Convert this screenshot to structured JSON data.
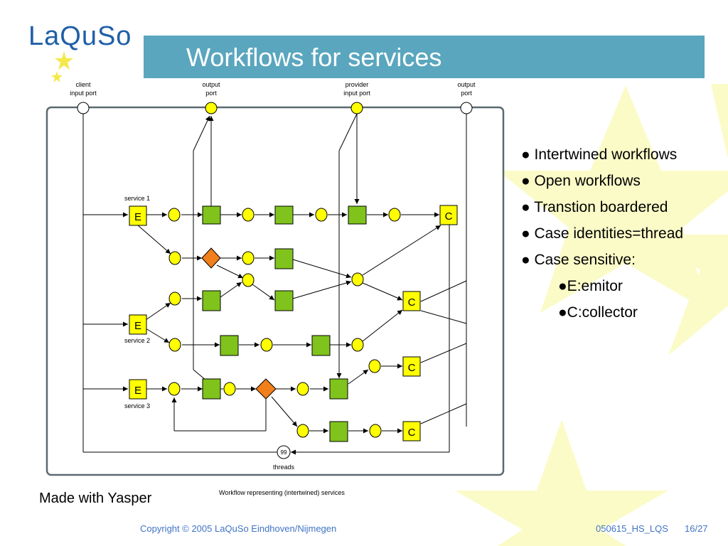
{
  "slide": {
    "title": "Workflows for services",
    "logo_text": "LaQuSo"
  },
  "diagram": {
    "ports": [
      {
        "label_line1": "client",
        "label_line2": "input port"
      },
      {
        "label_line1": "output",
        "label_line2": "port"
      },
      {
        "label_line1": "provider",
        "label_line2": "input port"
      },
      {
        "label_line1": "output",
        "label_line2": "port"
      }
    ],
    "services": [
      "service 1",
      "service 2",
      "service 3"
    ],
    "emitter_label": "E",
    "collector_label": "C",
    "threads_count": "99",
    "threads_label": "threads",
    "caption": "Workflow representing  (intertwined)  services"
  },
  "bullets": [
    {
      "text": "● Intertwined workflows",
      "level": 1
    },
    {
      "text": "● Open workflows",
      "level": 1
    },
    {
      "text": "● Transtion boardered",
      "level": 1
    },
    {
      "text": "● Case identities=thread",
      "level": 1
    },
    {
      "text": "● Case sensitive:",
      "level": 1
    },
    {
      "text": "●E:emitor",
      "level": 2
    },
    {
      "text": "●C:collector",
      "level": 2
    }
  ],
  "made_with": "Made with Yasper",
  "footer": {
    "copyright": "Copyright © 2005 LaQuSo Eindhoven/Nijmegen",
    "doc_id": "050615_HS_LQS",
    "page": "16/27"
  },
  "colors": {
    "title_bar": "#5aa6be",
    "place_fill": "#ffff00",
    "transition_fill": "#7fc31c",
    "decision_fill": "#f07f1c",
    "background_star": "#fbfbc8",
    "footer_text": "#3f74c4"
  }
}
